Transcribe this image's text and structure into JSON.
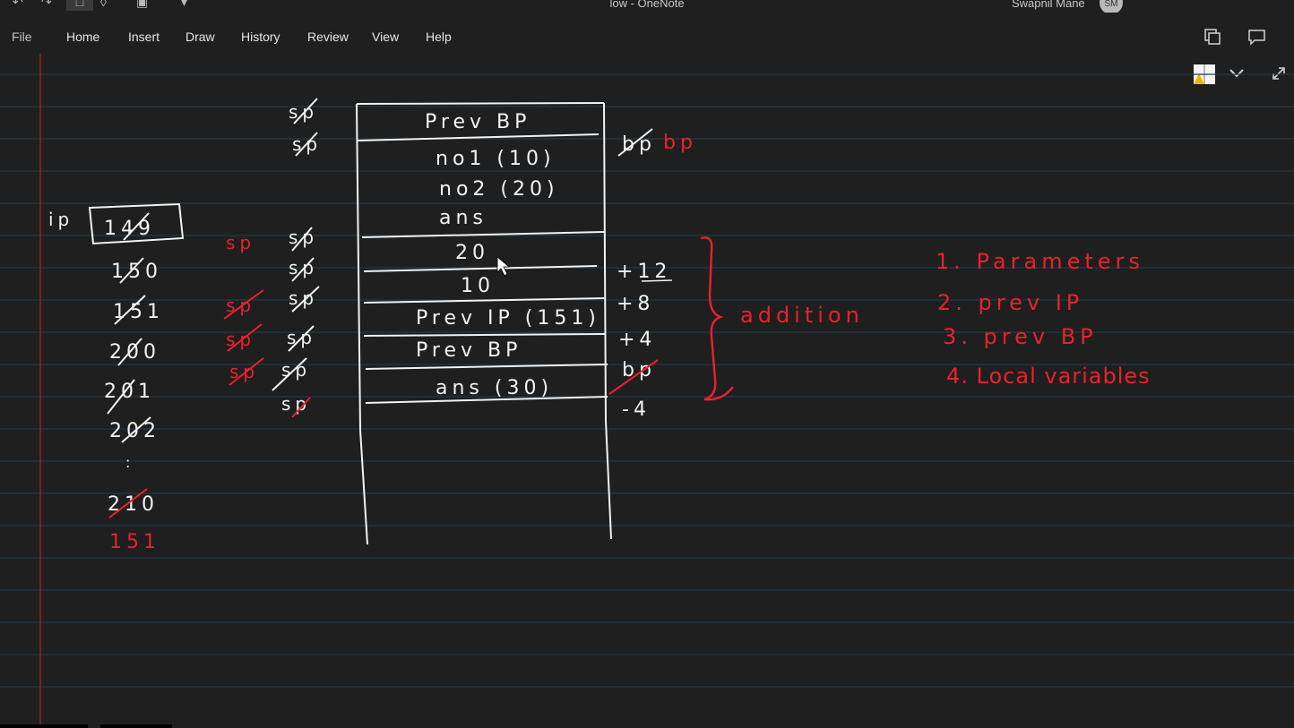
{
  "window": {
    "title": "low  -  OneNote",
    "user_name": "Swapnil Mane",
    "user_initials": "SM"
  },
  "ribbon": {
    "tabs": [
      "File",
      "Home",
      "Insert",
      "Draw",
      "History",
      "Review",
      "View",
      "Help"
    ]
  },
  "icons": {
    "quick_access": [
      "undo-icon",
      "redo-icon",
      "dock-icon",
      "lasso-icon",
      "delete-icon",
      "customize-icon"
    ],
    "right": [
      "notebooks-icon",
      "comments-icon",
      "notebook-icon",
      "chevron-down-icon",
      "fullscreen-icon"
    ]
  },
  "colors": {
    "ink_white": "#f2f2f2",
    "ink_red": "#e8222d",
    "margin_line": "#a02020",
    "rule_line": "#20394a"
  },
  "note": {
    "ip_label": "ip",
    "ip_values": [
      "149",
      "150",
      "151",
      "200",
      "201",
      "202",
      ":",
      "210",
      "151"
    ],
    "stack_rows": [
      "Prev BP",
      "no1 (10)",
      "no2 (20)",
      "ans",
      "20",
      "10",
      "Prev IP (151)",
      "Prev BP",
      "ans (30)"
    ],
    "offsets": [
      "+12",
      "+8",
      "+4",
      "bp",
      "-4"
    ],
    "bp_labels": [
      "bp",
      "bp"
    ],
    "sp_label": "sp",
    "brace_label": "addition",
    "order_list": [
      "1. Parameters",
      "2. prev IP",
      "3. prev BP",
      "4. Local variables"
    ]
  }
}
